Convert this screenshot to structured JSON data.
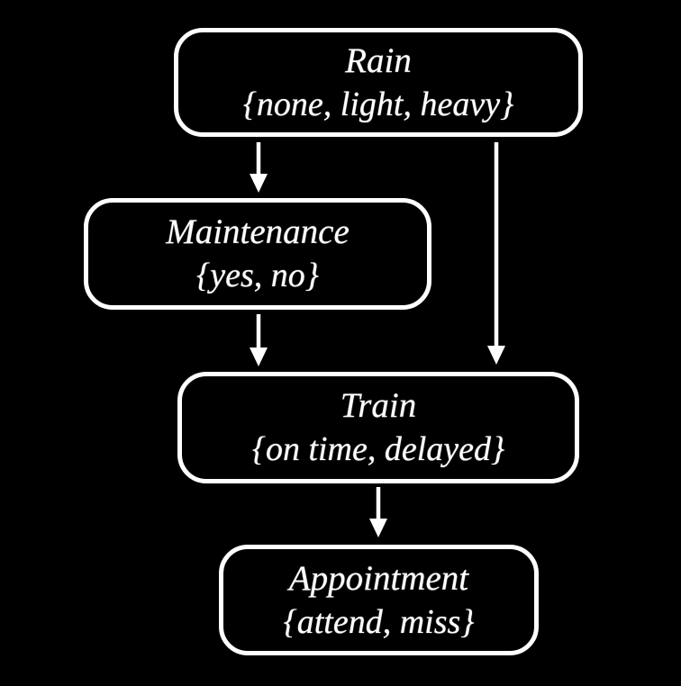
{
  "diagram": {
    "title": "bayesian-network",
    "colors": {
      "background": "#000000",
      "node_border": "#ffffff",
      "text": "#ffffff",
      "arrow": "#ffffff"
    },
    "nodes": [
      {
        "id": "rain",
        "label": "Rain",
        "values": "{none, light, heavy}"
      },
      {
        "id": "maintenance",
        "label": "Maintenance",
        "values": "{yes, no}"
      },
      {
        "id": "train",
        "label": "Train",
        "values": "{on time, delayed}"
      },
      {
        "id": "appointment",
        "label": "Appointment",
        "values": "{attend, miss}"
      }
    ],
    "edges": [
      {
        "from": "rain",
        "to": "maintenance"
      },
      {
        "from": "rain",
        "to": "train"
      },
      {
        "from": "maintenance",
        "to": "train"
      },
      {
        "from": "train",
        "to": "appointment"
      }
    ]
  }
}
